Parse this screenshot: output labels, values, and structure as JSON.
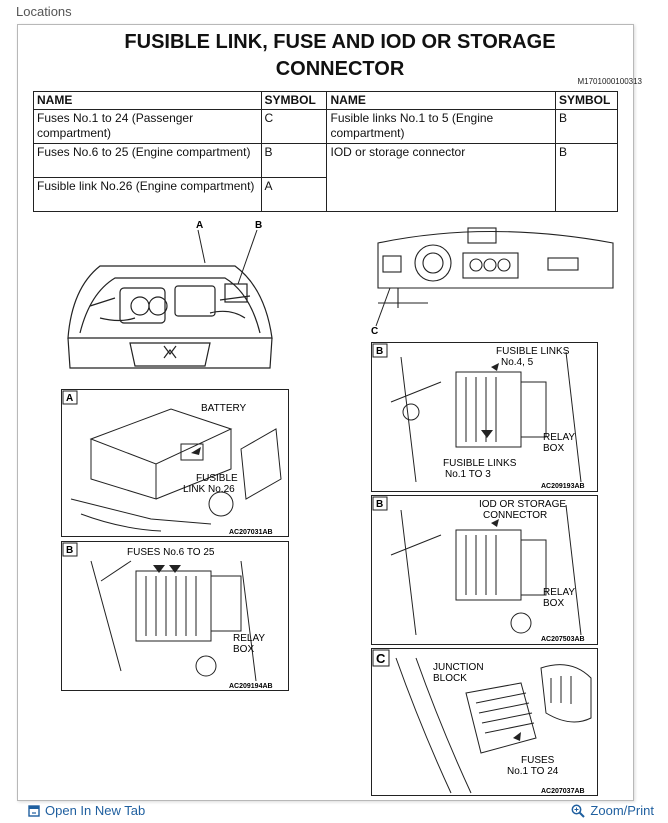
{
  "section_label": "Locations",
  "document": {
    "title_line1": "FUSIBLE LINK, FUSE AND IOD OR STORAGE",
    "title_line2": "CONNECTOR",
    "doc_id": "M1701000100313"
  },
  "table": {
    "headers": [
      "NAME",
      "SYMBOL",
      "NAME",
      "SYMBOL"
    ],
    "rows": [
      {
        "name1": "Fuses No.1 to 24 (Passenger compartment)",
        "sym1": "C",
        "name2": "Fusible links No.1 to 5 (Engine compartment)",
        "sym2": "B"
      },
      {
        "name1": "Fuses No.6 to 25 (Engine compartment)",
        "sym1": "B",
        "name2": "IOD or storage connector",
        "sym2": "B"
      },
      {
        "name1": "Fusible link No.26 (Engine compartment)",
        "sym1": "A"
      }
    ]
  },
  "figures": {
    "engine_bay": {
      "label_a": "A",
      "label_b": "B"
    },
    "dashboard": {
      "label_c": "C"
    },
    "detail_a": {
      "badge": "A",
      "callout1": "BATTERY",
      "callout2": "FUSIBLE",
      "callout3": "LINK No.26",
      "code": "AC207031AB"
    },
    "detail_b1": {
      "badge": "B",
      "callout1": "FUSES No.6 TO 25",
      "callout2": "RELAY",
      "callout3": "BOX",
      "code": "AC209194AB"
    },
    "detail_b2": {
      "badge": "B",
      "callout1": "FUSIBLE LINKS",
      "callout2": "No.4, 5",
      "callout3": "RELAY",
      "callout4": "BOX",
      "callout5": "FUSIBLE LINKS",
      "callout6": "No.1 TO 3",
      "code": "AC209193AB"
    },
    "detail_b3": {
      "badge": "B",
      "callout1": "IOD OR STORAGE",
      "callout2": "CONNECTOR",
      "callout3": "RELAY",
      "callout4": "BOX",
      "code": "AC207503AB"
    },
    "detail_c": {
      "badge": "C",
      "callout1": "JUNCTION",
      "callout2": "BLOCK",
      "callout3": "FUSES",
      "callout4": "No.1 TO 24",
      "code": "AC207037AB"
    }
  },
  "footer": {
    "open_tab": "Open In New Tab",
    "zoom_print": "Zoom/Print"
  }
}
